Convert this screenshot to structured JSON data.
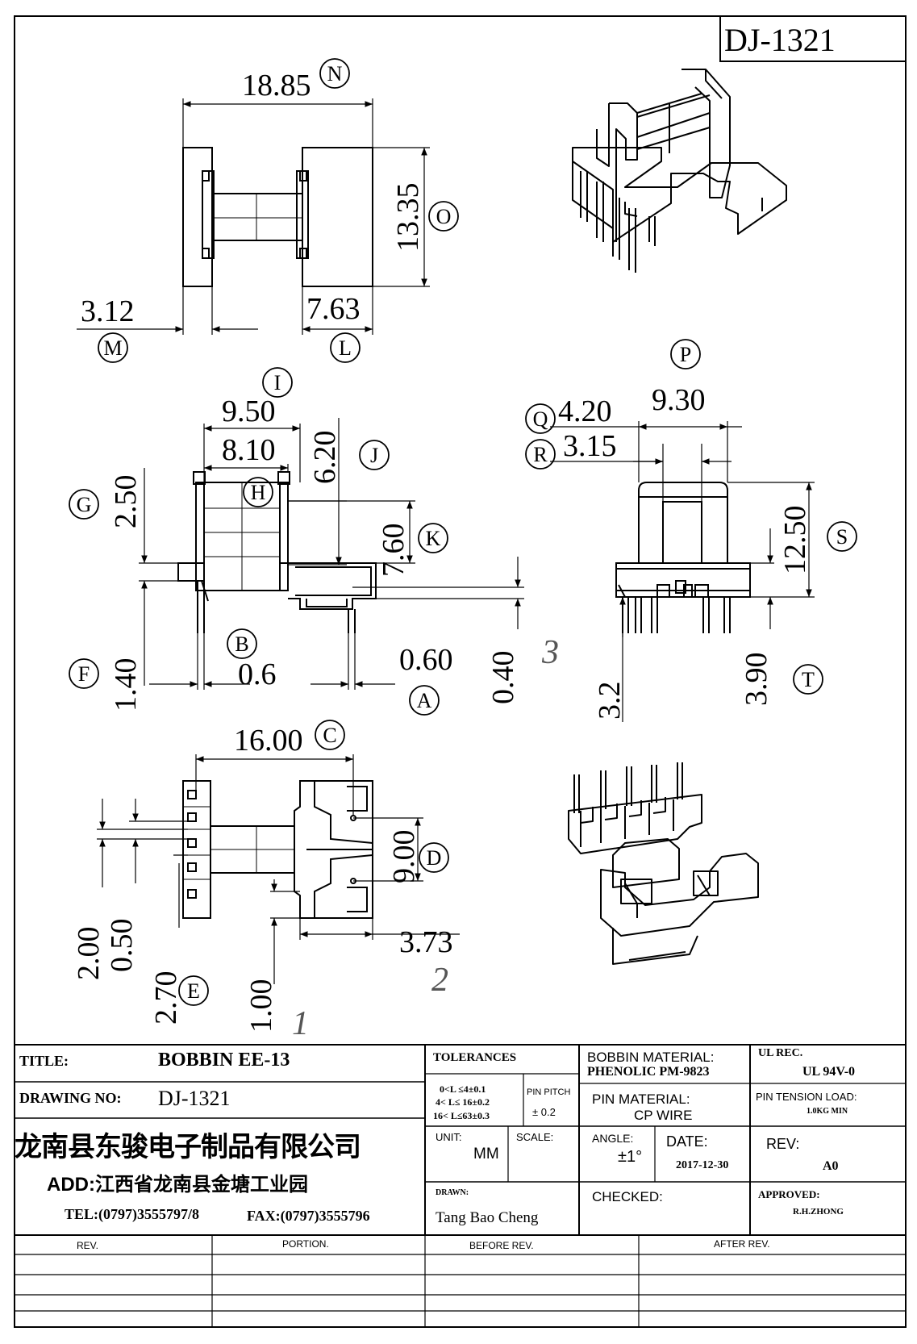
{
  "drawing_number_box": "DJ-1321",
  "dimensions": {
    "n": "18.85",
    "o": "13.35",
    "m": "3.12",
    "l": "7.63",
    "i": "9.50",
    "h": "8.10",
    "j": "6.20",
    "g": "2.50",
    "k": "7.60",
    "f": "1.40",
    "b": "0.6",
    "a": "0.60",
    "a2": "0.40",
    "c": "16.00",
    "d": "9.00",
    "e1": "2.00",
    "e2": "0.50",
    "e": "2.70",
    "e3": "1.00",
    "two": "3.73",
    "p": "9.30",
    "q": "4.20",
    "r": "3.15",
    "s": "12.50",
    "t1": "3.2",
    "t": "3.90"
  },
  "callouts": {
    "N": "N",
    "O": "O",
    "M": "M",
    "L": "L",
    "I": "I",
    "J": "J",
    "G": "G",
    "H": "H",
    "K": "K",
    "F": "F",
    "B": "B",
    "A": "A",
    "C": "C",
    "D": "D",
    "E": "E",
    "P": "P",
    "Q": "Q",
    "R": "R",
    "S": "S",
    "T": "T"
  },
  "view_numbers": {
    "v3": "3",
    "v2": "2",
    "v1": "1"
  },
  "title_block": {
    "title_label": "TITLE:",
    "title_value": "BOBBIN EE-13",
    "drawing_no_label": "DRAWING NO:",
    "drawing_no_value": "DJ-1321",
    "company_name": "龙南县东骏电子制品有限公司",
    "address": "ADD:江西省龙南县金塘工业园",
    "tel": "TEL:(0797)3555797/8",
    "fax": "FAX:(0797)3555796",
    "tolerances_label": "TOLERANCES",
    "tol_1": "0<L ≤4±0.1",
    "tol_2": "4< L≤  16±0.2",
    "tol_3": "16< L≤63±0.3",
    "pin_pitch_label": "PIN PITCH",
    "pin_pitch_value": "± 0.2",
    "unit_label": "UNIT:",
    "unit_value": "MM",
    "scale_label": "SCALE:",
    "drawn_label": "DRAWN:",
    "drawn_value": "Tang Bao Cheng",
    "bobbin_material_label": "BOBBIN MATERIAL:",
    "bobbin_material_value": "PHENOLIC  PM-9823",
    "pin_material_label": "PIN MATERIAL:",
    "pin_material_value": "CP WIRE",
    "angle_label": "ANGLE:",
    "angle_value": "±1°",
    "date_label": "DATE:",
    "date_value": "2017-12-30",
    "checked_label": "CHECKED:",
    "ul_label": "UL REC.",
    "ul_value": "UL  94V-0",
    "pin_tension_label": "PIN TENSION LOAD:",
    "pin_tension_value": "1.0KG MIN",
    "rev_label": "REV:",
    "rev_value": "A0",
    "approved_label": "APPROVED:",
    "approved_value": "R.H.ZHONG"
  },
  "revision_table": {
    "headers": [
      "REV.",
      "PORTION.",
      "BEFORE REV.",
      "AFTER REV."
    ]
  }
}
